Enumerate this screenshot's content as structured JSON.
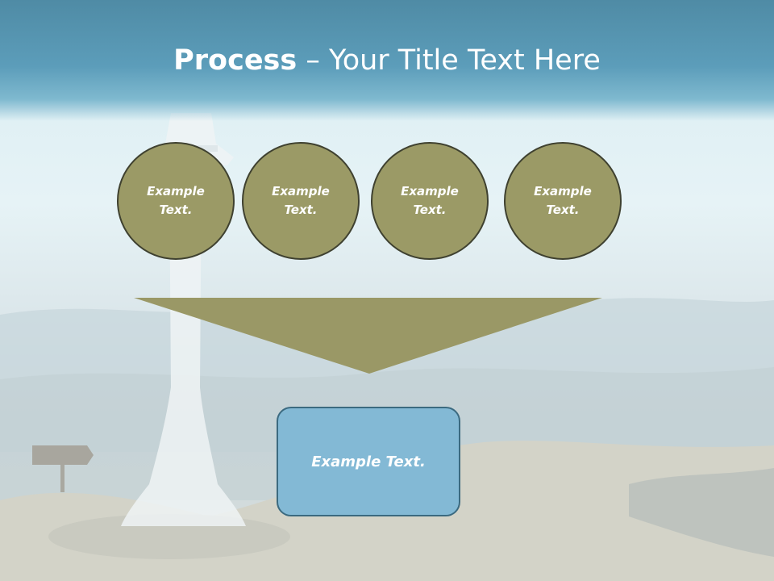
{
  "title": {
    "bold": "Process",
    "rest": " – Your Title Text Here"
  },
  "steps": [
    {
      "label": "Example Text."
    },
    {
      "label": "Example Text."
    },
    {
      "label": "Example Text."
    },
    {
      "label": "Example Text."
    }
  ],
  "result": {
    "label": "Example Text."
  },
  "colors": {
    "title_band": "#5c9dba",
    "circle_fill": "#9b9a66",
    "circle_border": "#3f4130",
    "funnel_fill": "#9a9866",
    "result_fill": "#83b9d5",
    "result_border": "#3b6a80"
  }
}
